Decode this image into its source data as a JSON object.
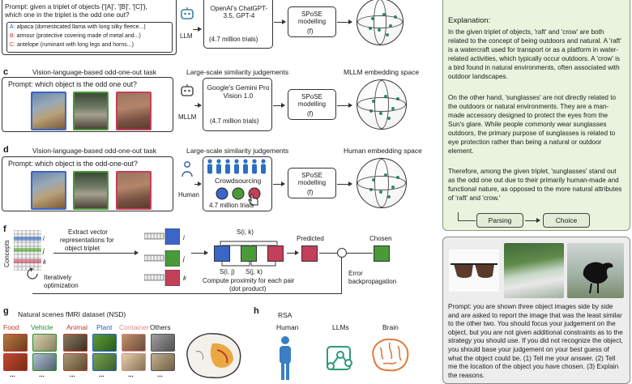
{
  "panel_b": {
    "prompt": "Prompt: given a triplet of objects {'[A]', '[B]', '[C]'}, which one in the triplet is the odd one out?",
    "prompt_line1": "Prompt: given a triplet of objects {'[A]', '[B]', '[C]'},",
    "prompt_line2": "which one in the triplet is the odd one out?",
    "options": [
      {
        "key": "A:",
        "text": "alpaca (domesticated llama with long silky fleece...)"
      },
      {
        "key": "B:",
        "text": "armour (protective covering made of metal and...)"
      },
      {
        "key": "C:",
        "text": "antelope (ruminant with long legs and horns...)"
      }
    ],
    "agent_label": "LLM",
    "model_box": "OpenAI's ChatGPT-3.5, GPT-4",
    "trials": "(4.7 million trials)",
    "spose": "SPoSE modelling",
    "spose_f": "(f)"
  },
  "panel_c": {
    "letter": "c",
    "task": "Vision-language-based odd-one-out task",
    "judgements": "Large-scale similarity judgements",
    "space": "MLLM embedding space",
    "prompt": "Prompt: which object is the odd one out?",
    "agent_label": "MLLM",
    "model": "Google's Gemini Pro Vision 1.0",
    "trials": "(4.7 million trials)",
    "spose": "SPoSE modelling",
    "spose_f": "(f)"
  },
  "panel_d": {
    "letter": "d",
    "task": "Vision-language-based odd-one-out task",
    "judgements": "Large-scale similarity judgements",
    "space": "Human embedding space",
    "prompt": "Prompt: which object is the odd-one-out?",
    "agent_label": "Human",
    "crowd": "Crowdsourcing",
    "trials": "4.7 million trials",
    "spose": "SPoSE modelling",
    "spose_f": "(f)"
  },
  "panel_f": {
    "letter": "f",
    "concepts": "Concepts",
    "extract": "Extract vector representations for object triplet",
    "extract_l1": "Extract vector",
    "extract_l2": "representations for",
    "extract_l3": "object triplet",
    "iter": "Iteratively optimization",
    "iter_l1": "Iteratively",
    "iter_l2": "optimization",
    "sik": "S(i, k)",
    "sij": "S(i, j)",
    "sjk": "S(j, k)",
    "compute": "Compute proximity for each pair (dot product)",
    "compute_l1": "Compute proximity for each pair",
    "compute_l2": "(dot product)",
    "predicted": "Predicted",
    "chosen": "Chosen",
    "error": "Error backpropagation",
    "error_l1": "Error",
    "error_l2": "backpropagation",
    "idx_i": "i",
    "idx_j": "j",
    "idx_k": "k"
  },
  "panel_g": {
    "letter": "g",
    "title": "Natural scenes fMRI dataset (NSD)",
    "cats": [
      {
        "name": "Food",
        "color": "#c0392b"
      },
      {
        "name": "Vehicle",
        "color": "#2e8b2e"
      },
      {
        "name": "Animal",
        "color": "#c0392b"
      },
      {
        "name": "Plant",
        "color": "#1f5fbf"
      },
      {
        "name": "Container",
        "color": "#d98c8c"
      },
      {
        "name": "Others",
        "color": "#333333"
      }
    ],
    "dots": "..."
  },
  "panel_h": {
    "letter": "h",
    "rsa": "RSA",
    "human": "Human",
    "llms": "LLMs",
    "brain": "Brain"
  },
  "right_top": {
    "explanation_title": "Explanation:",
    "p1": "In the given triplet of objects, 'raft' and 'crow' are both related to the concept of being outdoors and natural. A 'raft' is a watercraft used for transport or as a platform in water-related activities, which typically occur outdoors. A 'crow' is a bird found in natural environments, often associated with outdoor landscapes.",
    "p2": "On the other hand, 'sunglasses' are not directly related to the outdoors or natural environments. They are a man-made accessory designed to protect the eyes from the Sun's glare. While people commonly wear sunglasses outdoors, the primary purpose of sunglasses is related to eye protection rather than being a natural or outdoor element.",
    "p3": "Therefore, among the given triplet, 'sunglasses' stand out as the odd one out due to their primarily human-made and functional nature, as opposed to the more natural attributes of 'raft' and 'crow.'",
    "parsing": "Parsing",
    "choice": "Choice"
  },
  "right_bottom": {
    "prompt": "Prompt: you are shown three object images side by side and are asked to report the image that was the least similar to the other two. You should focus your judgement on the object, but you are not given additional constraints as to the strategy you should use. If you did not recognize the object, you should base your judgement on your best guess of what the object could be. (1) Tell me your answer. (2) Tell me the location of the object you have chosen. (3) Explain the reasons."
  },
  "colors": {
    "blue": "#3a66c7",
    "green": "#4a9a3a",
    "red": "#c2405a",
    "explanation_bg": "#e9f3dd",
    "prompt_bg": "#ededed"
  }
}
